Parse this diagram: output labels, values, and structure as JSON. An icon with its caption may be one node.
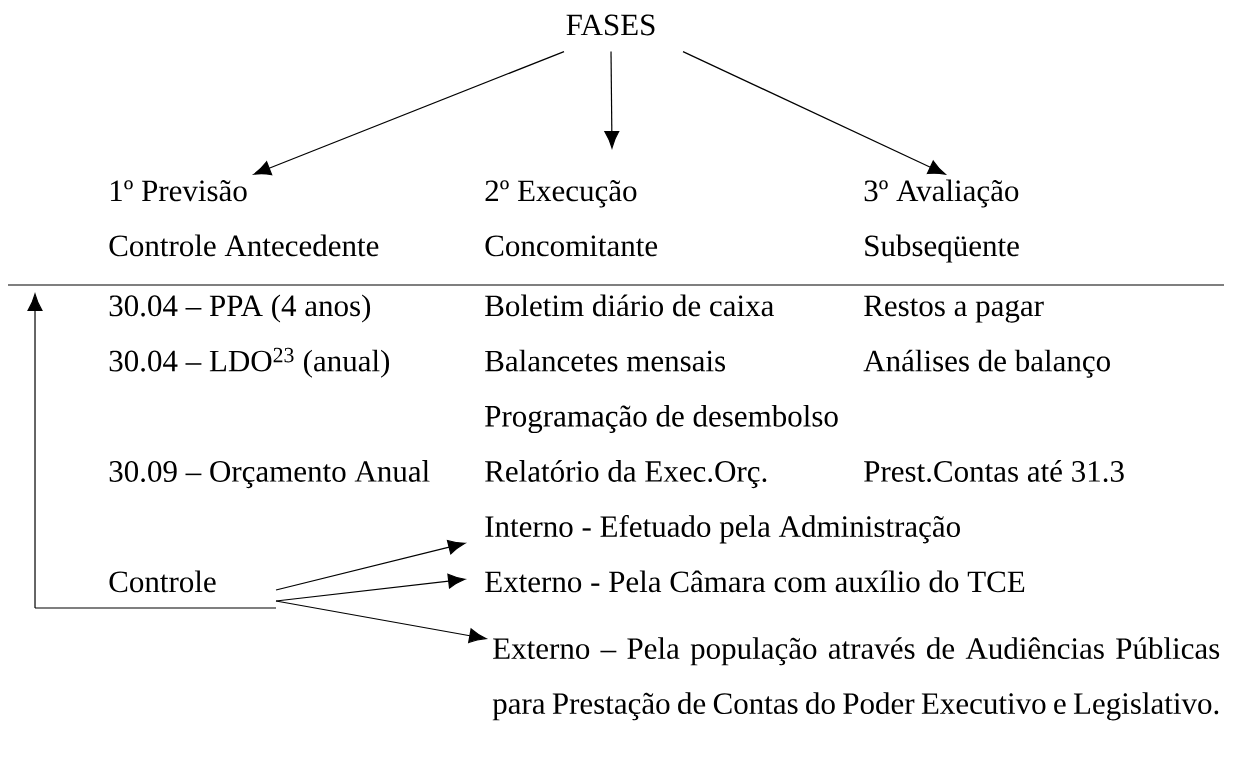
{
  "diagram": {
    "nodes": [
      {
        "text": [
          "FASES"
        ]
      },
      {
        "text": [
          "1º Previsão",
          "Controle Antecedente"
        ]
      },
      {
        "text": [
          "2º Execução",
          "Concomitante"
        ]
      },
      {
        "text": [
          "3º Avaliação",
          "Subseqüente"
        ]
      },
      {
        "text": [
          "Controle"
        ]
      },
      {
        "text": [
          "Interno - Efetuado pela Administração"
        ]
      },
      {
        "text": [
          "Externo - Pela Câmara com auxílio do TCE"
        ]
      },
      {
        "text": [
          "Externo – Pela população através de Audiências Públicas para Prestação de Contas do Poder Executivo e Legislativo."
        ]
      }
    ],
    "edges": [
      {
        "from": 0,
        "to": 1,
        "arrow": "to"
      },
      {
        "from": 0,
        "to": 2,
        "arrow": "to"
      },
      {
        "from": 0,
        "to": 3,
        "arrow": "to"
      },
      {
        "from": 4,
        "to": 5,
        "arrow": "to"
      },
      {
        "from": 4,
        "to": 6,
        "arrow": "to"
      },
      {
        "from": 4,
        "to": 7,
        "arrow": "to"
      },
      {
        "from": 4,
        "to": null,
        "arrow": "to"
      }
    ],
    "labels": [
      "30.04 – PPA (4 anos)",
      "Boletim diário de caixa",
      "Restos a pagar",
      "30.04 – LDO$^{23}$ (anual)",
      "Balancetes mensais",
      "Análises de balanço",
      "Programação de desembolso",
      "30.09 – Orçamento Anual",
      "Relatório da Exec.Orç.",
      "Prest.Contas até 31.3"
    ]
  }
}
